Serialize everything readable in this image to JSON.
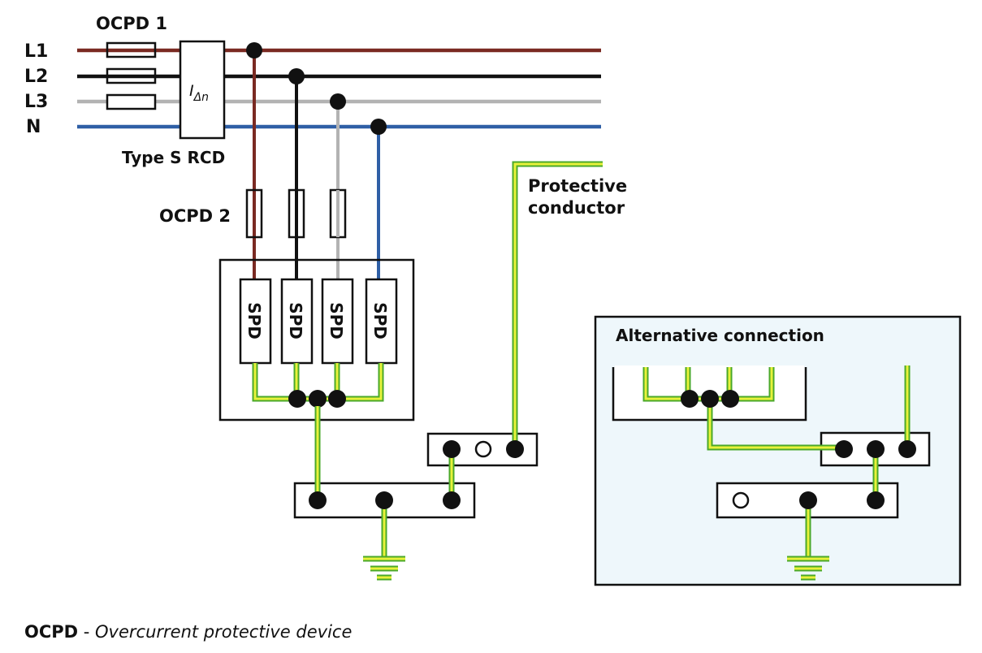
{
  "diagram": {
    "conductors": [
      {
        "id": "L1",
        "label": "L1",
        "color": "#7a2a22"
      },
      {
        "id": "L2",
        "label": "L2",
        "color": "#111111"
      },
      {
        "id": "L3",
        "label": "L3",
        "color": "#b3b3b3"
      },
      {
        "id": "N",
        "label": "N",
        "color": "#2f5fa6"
      }
    ],
    "pe_color_outer": "#4aa82a",
    "pe_color_inner": "#e8f23a",
    "labels": {
      "ocpd1": "OCPD 1",
      "ocpd2": "OCPD 2",
      "rcd_symbol_main": "I",
      "rcd_symbol_sub": "Δn",
      "rcd_type": "Type S RCD",
      "protective_line1": "Protective",
      "protective_line2": "conductor",
      "alternative": "Alternative connection"
    },
    "spd_label": "SPD",
    "spd_count": 4,
    "alt_box_fill": "#eef7fb"
  },
  "legend": {
    "abbr": "OCPD",
    "separator": " - ",
    "meaning": "Overcurrent protective device"
  }
}
